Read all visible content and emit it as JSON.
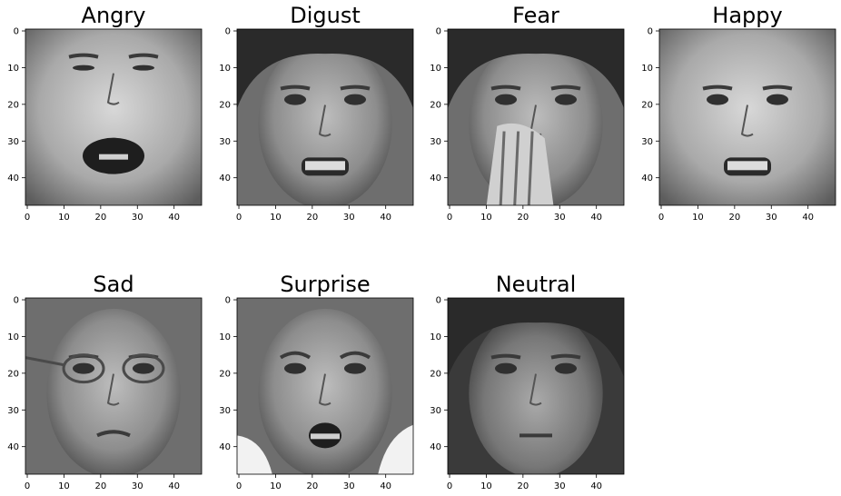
{
  "figure": {
    "panels": [
      {
        "title": "Angry",
        "tone": "light",
        "features": [
          "cropped-child-face",
          "eyes-squinting",
          "open-mouth-crying"
        ]
      },
      {
        "title": "Digust",
        "tone": "mid",
        "features": [
          "woman-face",
          "dark-hair",
          "wrinkled-nose",
          "teeth-visible"
        ]
      },
      {
        "title": "Fear",
        "tone": "mid",
        "features": [
          "man-face",
          "dark-hair",
          "hand-over-mouth"
        ]
      },
      {
        "title": "Happy",
        "tone": "light",
        "features": [
          "woman-face",
          "angry-grimace",
          "bared-teeth"
        ]
      },
      {
        "title": "Sad",
        "tone": "mid",
        "features": [
          "older-woman-face",
          "glasses",
          "downcast-mouth"
        ]
      },
      {
        "title": "Surprise",
        "tone": "mid",
        "features": [
          "child-face",
          "raised-brows",
          "open-mouth",
          "white-corner-background"
        ]
      },
      {
        "title": "Neutral",
        "tone": "dark",
        "features": [
          "man-face",
          "dark-hair",
          "neutral-expression"
        ]
      }
    ],
    "x_ticks": [
      "0",
      "10",
      "20",
      "30",
      "40"
    ],
    "y_ticks": [
      "0",
      "10",
      "20",
      "30",
      "40"
    ],
    "image_size": 48,
    "colors": {
      "background": "#ffffff",
      "axis": "#000000",
      "light_face": "#b8b8b8",
      "mid_face": "#8e8e8e",
      "dark_hair": "#2c2c2c"
    }
  }
}
